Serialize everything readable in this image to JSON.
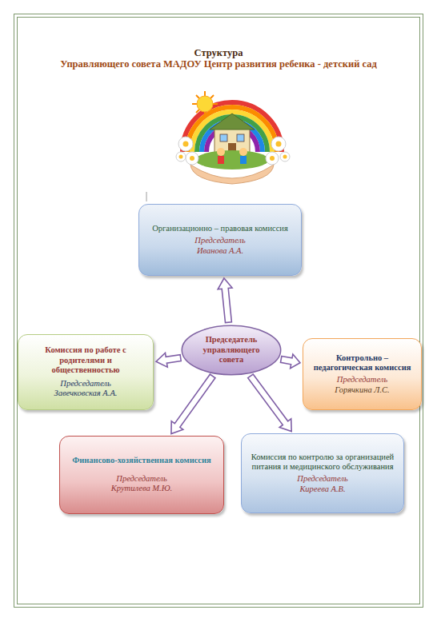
{
  "diagram": {
    "title": "Структура",
    "nodes": [
      {
        "text": [
          "Организационно – правовая комиссия",
          "Председатель",
          "Иванова А.А."
        ]
      },
      {
        "text": [
          "Комиссия по работе с родителями и общественностью",
          "Председатель",
          "Завечковская А.А."
        ]
      },
      {
        "text": [
          "Председатель управляющего совета"
        ]
      },
      {
        "text": [
          "Контрольно – педагогическая комиссия",
          "Председатель",
          "Горячкина Л.С."
        ]
      },
      {
        "text": [
          "Финансово-хозяйственная комиссия",
          "Председатель",
          "Крутилева М.Ю."
        ]
      },
      {
        "text": [
          "Комиссия по контролю за организацией питания и медицинского обслуживания",
          "Председатель",
          "Киреева А.В."
        ]
      }
    ],
    "edges": [
      {
        "from": 2,
        "to": 0,
        "arrow": "to"
      },
      {
        "from": 2,
        "to": 1,
        "arrow": "to"
      },
      {
        "from": 2,
        "to": 3,
        "arrow": "to"
      },
      {
        "from": 2,
        "to": 4,
        "arrow": "to"
      },
      {
        "from": 2,
        "to": 5,
        "arrow": "to"
      }
    ],
    "labels": [
      "Управляющего совета МАДОУ Центр развития ребенка - детский сад"
    ]
  }
}
